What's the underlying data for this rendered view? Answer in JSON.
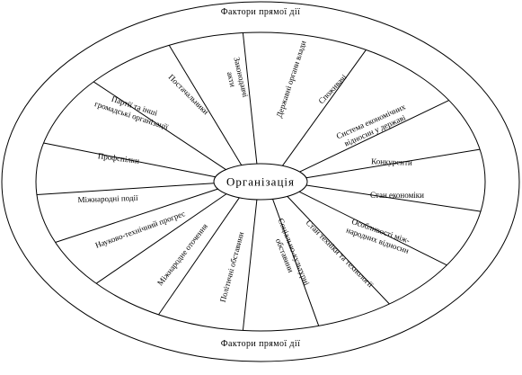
{
  "diagram": {
    "outer_top_label": "Фактори прямої дії",
    "outer_bottom_label": "Фактори прямої дії",
    "center_label": "Організація",
    "segments": [
      {
        "id": "zakonodavchi-akty",
        "lines": [
          "Законодавчі",
          "акти"
        ]
      },
      {
        "id": "derzhavni-organy",
        "lines": [
          "Державні органи влади"
        ]
      },
      {
        "id": "spozhyvachi",
        "lines": [
          "Споживачі"
        ]
      },
      {
        "id": "systema-ekonomichnykh-vidnosyn",
        "lines": [
          "Система економічних",
          "відносин у державі"
        ]
      },
      {
        "id": "konkurenty",
        "lines": [
          "Конкуренти"
        ]
      },
      {
        "id": "stan-ekonomiky",
        "lines": [
          "Стан економіки"
        ]
      },
      {
        "id": "osoblyvosti-mizhnarodnykh",
        "lines": [
          "Особливості між-",
          "народних відносин"
        ]
      },
      {
        "id": "stan-tekhniky",
        "lines": [
          "Стан техніки та технології"
        ]
      },
      {
        "id": "sotsialno-kulturni",
        "lines": [
          "Соціально-культурні",
          "обставини"
        ]
      },
      {
        "id": "politychni-obstavyny",
        "lines": [
          "Політичні обставини"
        ]
      },
      {
        "id": "mizhnarodne-otochennia",
        "lines": [
          "Міжнародне оточення"
        ]
      },
      {
        "id": "naukovo-tekhnichnyi-prohres",
        "lines": [
          "Науково-технічний прогрес"
        ]
      },
      {
        "id": "mizhnarodni-podii",
        "lines": [
          "Міжнародні події"
        ]
      },
      {
        "id": "profspilky",
        "lines": [
          "Профспілки"
        ]
      },
      {
        "id": "partii-ta-hromadski",
        "lines": [
          "Партії та інші",
          "громадські організації"
        ]
      },
      {
        "id": "postachalnyky",
        "lines": [
          "Постачальники"
        ]
      }
    ]
  }
}
